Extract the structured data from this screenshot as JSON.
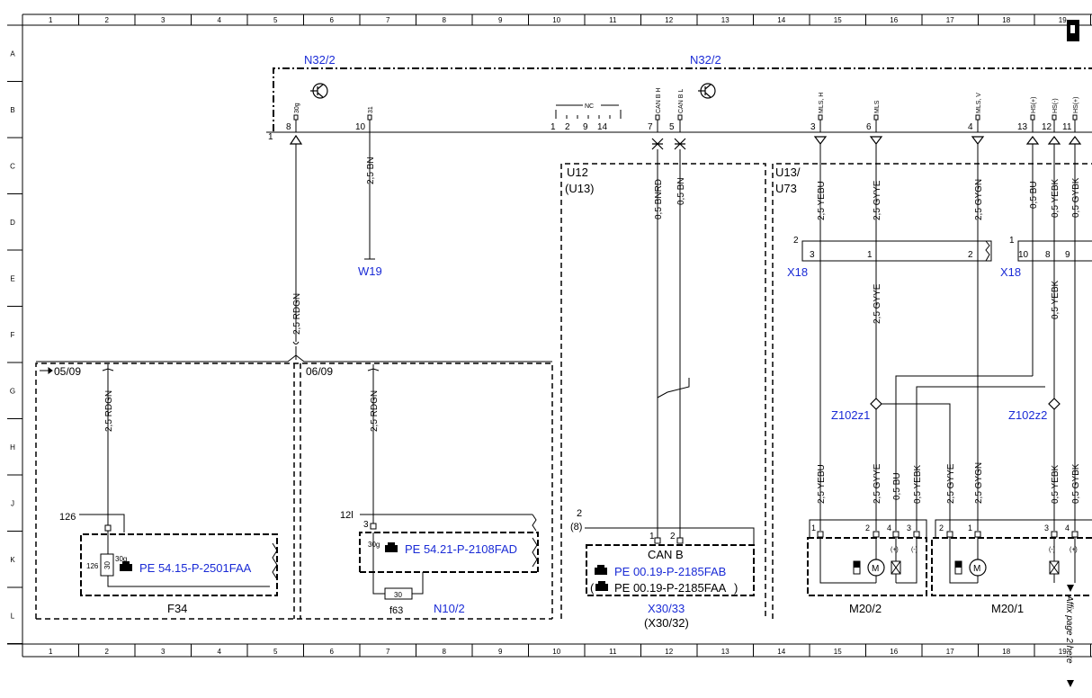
{
  "grid": {
    "columns": [
      "1",
      "2",
      "3",
      "4",
      "5",
      "6",
      "7",
      "8",
      "9",
      "10",
      "11",
      "12",
      "13",
      "14",
      "15",
      "16",
      "17",
      "18",
      "19"
    ],
    "rows": [
      "A",
      "B",
      "C",
      "D",
      "E",
      "F",
      "G",
      "H",
      "J",
      "K",
      "L"
    ]
  },
  "colors": {
    "reference": "#1a2bd6",
    "line": "#000000",
    "background": "#ffffff"
  },
  "components": {
    "n32_2_left": "N32/2",
    "n32_2_right": "N32/2",
    "w19": "W19",
    "x18_left": "X18",
    "x18_right": "X18",
    "z102z1": "Z102z1",
    "z102z2": "Z102z2",
    "n10_2": "N10/2",
    "x30_33": "X30/33",
    "x30_32": "(X30/32)",
    "f34": "F34",
    "f63": "f63",
    "m20_2": "M20/2",
    "m20_1": "M20/1",
    "u12": "U12",
    "u13_paren": "(U13)",
    "u13": "U13/",
    "u73": "U73",
    "can_b": "CAN B"
  },
  "pins": {
    "p30g": "30g",
    "p31": "31",
    "nc": "NC",
    "can_h": "CAN B H",
    "can_l": "CAN B L",
    "mls_h": "MLS, H",
    "mls": "MLS",
    "mls_v": "MLS, V",
    "hs_plus": "HS(+)",
    "hs_minus": "HS(-)",
    "hs_plus2": "HS(+)"
  },
  "pin_numbers": {
    "n8": "8",
    "n10": "10",
    "n1": "1",
    "n2": "2",
    "n9": "9",
    "n14": "14",
    "n7": "7",
    "n5": "5",
    "n3": "3",
    "n6": "6",
    "n4": "4",
    "n13": "13",
    "n12": "12",
    "n11": "11",
    "frame1": "1",
    "x18a_2": "2",
    "x18a_3": "3",
    "x18a_1": "1",
    "x18a_2b": "2",
    "x18b_1": "1",
    "x18b_10": "10",
    "x18b_8": "8",
    "x18b_9": "9",
    "f34_126": "126",
    "f34_126b": "126",
    "f34_30": "30",
    "f34_30g": "30g",
    "n10_12l": "12l",
    "n10_3": "3",
    "n10_30g": "30g",
    "f63_30": "30",
    "canb_2": "2",
    "canb_8": "(8)",
    "canb_1": "1",
    "canb_2b": "2",
    "m202_1": "1",
    "m202_2": "2",
    "m202_4": "4",
    "m202_3": "3",
    "m201_2": "2",
    "m201_1": "1",
    "m201_3": "3",
    "m201_4": "4",
    "m202_plus": "(+)",
    "m202_minus": "(-)",
    "m201_minus": "(-)",
    "m201_plus": "(+)"
  },
  "wires": {
    "w_rdgn_main": "2,5 RDGN",
    "w_bn_31": "2,5 BN",
    "w_bnrd": "0,5 BNRD",
    "w_bn_can": "0,5 BN",
    "w_yebu_top": "2,5 YEBU",
    "w_gyye_top": "2,5 GYYE",
    "w_gygn_top": "2,5 GYGN",
    "w_bu_top": "0,5 BU",
    "w_yebk_top": "0,5 YEBK",
    "w_gybk_top": "0,5 GYBK",
    "w_gyye_mid": "2,5 GYYE",
    "w_yebk_mid": "0,5 YEBK",
    "w_rdgn_f34": "2,5 RDGN",
    "w_rdgn_n10": "2,5 RDGN",
    "w_yebu_bot": "2,5 YEBU",
    "w_gyye_bot": "2,5 GYYE",
    "w_bu_bot": "0,5 BU",
    "w_yebk_bot": "0,5 YEBK",
    "w_gyye_bot2": "2,5 GYYE",
    "w_gygn_bot": "2,5 GYGN",
    "w_yebk_bot2": "0,5 YEBK",
    "w_gybk_bot": "0,5 GYBK"
  },
  "variants": {
    "v0509": "05/09",
    "v0609": "06/09"
  },
  "references": {
    "f34_ref": "PE 54.15-P-2501FAA",
    "n10_ref": "PE 54.21-P-2108FAD",
    "can_ref1": "PE 00.19-P-2185FAB",
    "can_ref2": "PE 00.19-P-2185FAA",
    "can_ref2_open": "(",
    "can_ref2_close": ")"
  },
  "affix": "Affix page 2 here"
}
